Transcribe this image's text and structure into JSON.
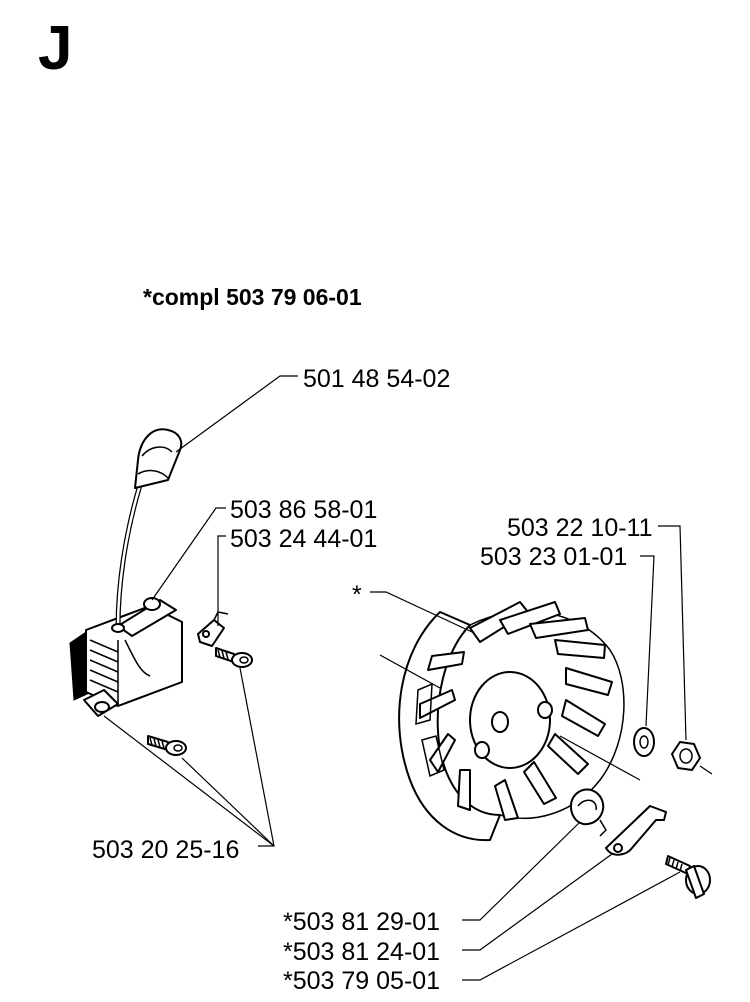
{
  "section": {
    "letter": "J"
  },
  "kit": {
    "title": "*compl 503 79 06-01"
  },
  "parts": [
    {
      "number": "501 48 54-02"
    },
    {
      "number": "503 86 58-01"
    },
    {
      "number": "503 24 44-01"
    },
    {
      "number": "503 20 25-16"
    },
    {
      "number": "503 22 10-11"
    },
    {
      "number": "503 23 01-01"
    },
    {
      "number": "*"
    },
    {
      "number": "*503 81 29-01"
    },
    {
      "number": "*503 81 24-01"
    },
    {
      "number": "*503 79 05-01"
    }
  ]
}
